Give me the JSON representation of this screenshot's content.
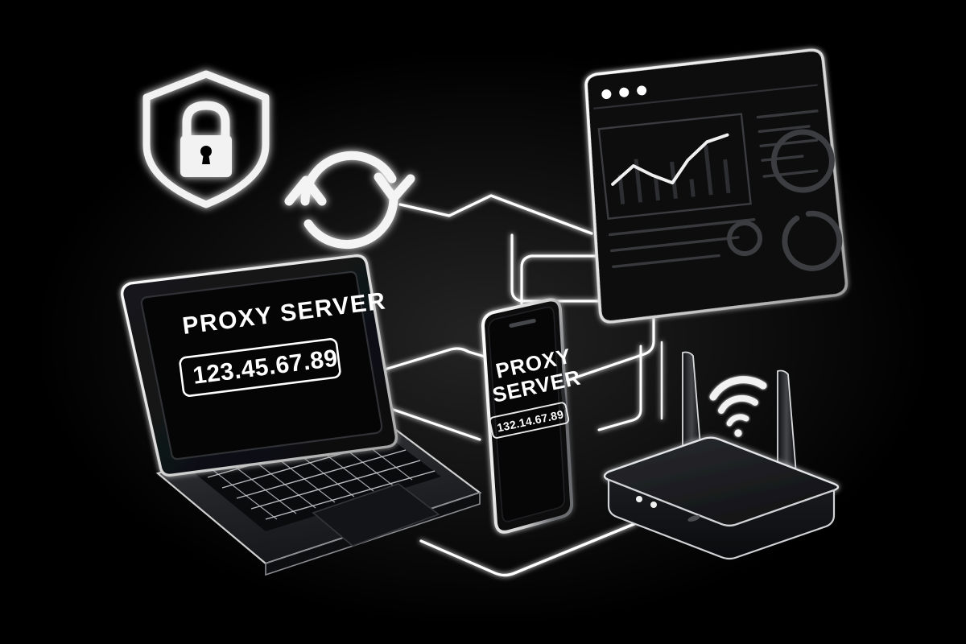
{
  "scene": {
    "title": "Proxy Server Network Illustration",
    "background_color": "#000000",
    "line_color": "#ffffff",
    "accent_color": "#e8e8e8",
    "muted_color": "#3a3a3a"
  },
  "laptop": {
    "name": "laptop-device",
    "screen": {
      "heading": "PROXY SERVER",
      "ip_address": "123.45.67.89"
    },
    "parts": {
      "keyboard": "keyboard",
      "trackpad": "trackpad",
      "lid": "laptop-lid",
      "base": "laptop-base"
    }
  },
  "phone": {
    "name": "smartphone-device",
    "screen": {
      "heading_line1": "PROXY",
      "heading_line2": "SERVER",
      "ip_address": "132.14.67.89"
    },
    "parts": {
      "earpiece": "earpiece-speaker",
      "side_button": "side-button"
    }
  },
  "router": {
    "name": "wifi-router-device",
    "parts": {
      "antenna_left": "antenna-left",
      "antenna_right": "antenna-right",
      "led_1": "status-led-1",
      "led_2": "status-led-2",
      "port": "front-port"
    },
    "wifi_signal": {
      "name": "wifi-icon",
      "arcs": 3
    }
  },
  "dashboard_window": {
    "name": "browser-dashboard-window",
    "titlebar_dots": 3,
    "panels": {
      "chart_panel": "analytics-chart-panel",
      "text_lines_left": 3,
      "text_lines_right": 5,
      "gauge_large": "donut-gauge-large",
      "gauge_partial": "donut-gauge-partial",
      "gauge_small": "donut-gauge-small"
    }
  },
  "chart_data": {
    "type": "line",
    "title": "",
    "x": [
      0,
      1,
      2,
      3,
      4,
      5,
      6,
      7
    ],
    "series": [
      {
        "name": "traffic",
        "values": [
          18,
          46,
          34,
          58,
          30,
          52,
          78,
          74
        ]
      }
    ],
    "bars": [
      52,
      70,
      44,
      62,
      38,
      80,
      58
    ],
    "xlabel": "",
    "ylabel": "",
    "ylim": [
      0,
      100
    ],
    "grid": false,
    "legend": "none"
  },
  "icons": {
    "shield_lock": {
      "name": "shield-lock-icon",
      "label": "Security"
    },
    "sync": {
      "name": "sync-refresh-icon",
      "label": "Sync",
      "arrow_count": 2
    }
  },
  "connectors": {
    "name": "connection-lines",
    "count": 6
  }
}
